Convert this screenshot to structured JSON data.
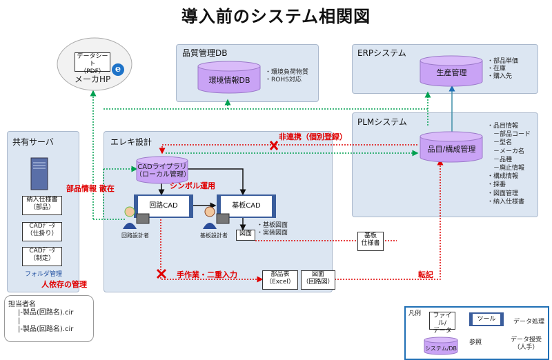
{
  "title": "導入前のシステム相関図",
  "maker_hp": {
    "label": "メーカHP",
    "doc_line1": "データシート",
    "doc_line2": "（PDF）"
  },
  "quality_db": {
    "title": "品質管理DB",
    "db": "環境情報DB",
    "notes": [
      "・環境負荷物質",
      "・ROHS対応"
    ]
  },
  "erp": {
    "title": "ERPシステム",
    "db": "生産管理",
    "notes": [
      "・部品単価",
      "・在庫",
      "・購入先"
    ]
  },
  "plm": {
    "title": "PLMシステム",
    "db": "品目/構成管理",
    "notes": [
      "・品目情報",
      "　－部品コード",
      "　－型名",
      "　－メーカ名",
      "　－品種",
      "　－廃止情報",
      "・構成情報",
      "・採番",
      "・図面管理",
      "・納入仕様書"
    ]
  },
  "shared_server": {
    "title": "共有サーバ",
    "docs": [
      [
        "納入仕様書",
        "（部品）"
      ],
      [
        "CADﾃﾞｰﾀ",
        "（仕掛り）"
      ],
      [
        "CADﾃﾞｰﾀ",
        "（制定）"
      ]
    ],
    "folder_label": "フォルダ管理"
  },
  "elec": {
    "title": "エレキ設計",
    "lib_line1": "CADライブラリ",
    "lib_line2": "（ローカル管理）",
    "circuit_cad": "回路CAD",
    "board_cad": "基板CAD",
    "circuit_designer": "回路設計者",
    "board_designer": "基板設計者",
    "drawing": "図面",
    "drawing_notes": [
      "・基板図面",
      "・実装図面"
    ],
    "parts_table": [
      "部品表",
      "（Excel）"
    ],
    "circuit_diagram": [
      "図面",
      "（回路図）"
    ],
    "board_spec": [
      "基板",
      "仕様書"
    ]
  },
  "annotations": {
    "non_link": "非連携（個別登録）",
    "parts_scattered": "部品情報 散在",
    "symbol_use": "シンボル運用",
    "manual_double": "手作業・二重入力",
    "transcribe": "転記",
    "person_dependent": "人依存の管理"
  },
  "callout": {
    "title": "担当者名",
    "lines": [
      "|-製品(回路名).cir",
      "|",
      "|-製品(回路名).cir"
    ]
  },
  "legend": {
    "title": "凡例",
    "file_data": [
      "ファイル/",
      "データ"
    ],
    "tool": "ツール",
    "data_process": "データ処理",
    "system_db": "システム/DB",
    "reference": "参照",
    "data_transfer": [
      "データ授受",
      "（人手）"
    ]
  },
  "colors": {
    "panel": "#dce6f2",
    "cylinder": "#c9a3f5",
    "green": "#00a050",
    "red": "#e00000",
    "blue": "#1f6fb5",
    "teal": "#3e8fa8"
  }
}
